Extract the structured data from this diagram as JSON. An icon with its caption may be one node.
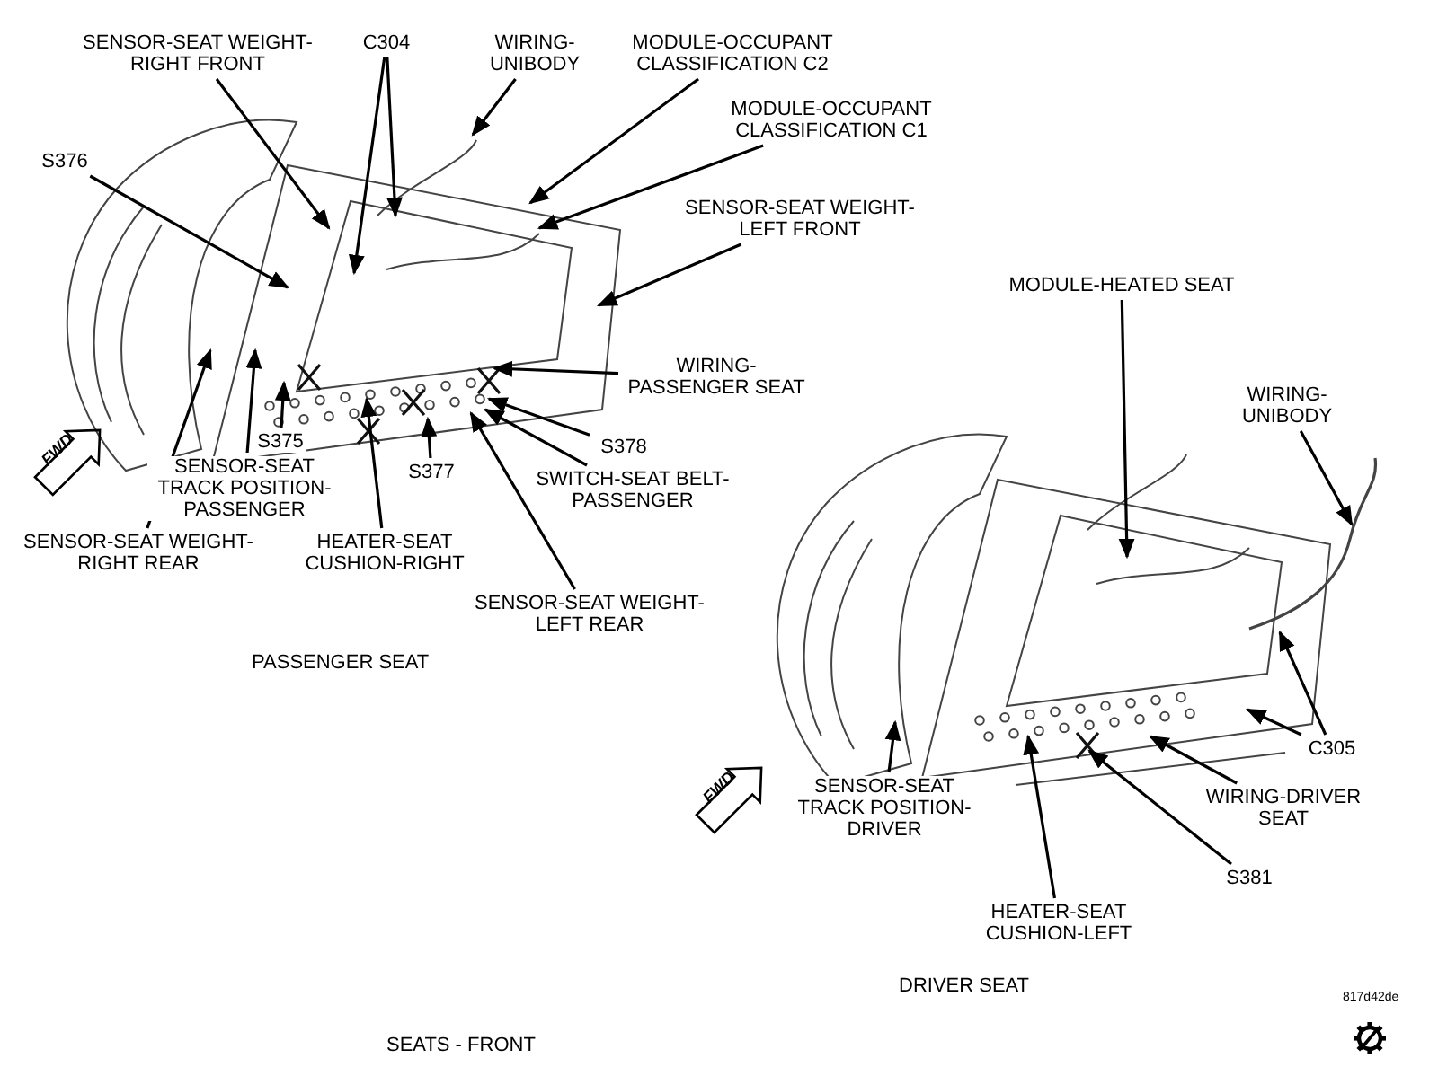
{
  "diagram": {
    "caption": "SEATS - FRONT",
    "nodes": [
      {
        "text": [
          "SENSOR-SEAT WEIGHT- RIGHT FRONT"
        ]
      },
      {
        "text": [
          "C304"
        ]
      },
      {
        "text": [
          "WIRING- UNIBODY"
        ]
      },
      {
        "text": [
          "MODULE-OCCUPANT CLASSIFICATION C2"
        ]
      },
      {
        "text": [
          "MODULE-OCCUPANT CLASSIFICATION C1"
        ]
      },
      {
        "text": [
          "S376"
        ]
      },
      {
        "text": [
          "SENSOR-SEAT WEIGHT- LEFT FRONT"
        ]
      },
      {
        "text": [
          "WIRING- PASSENGER SEAT"
        ]
      },
      {
        "text": [
          "S378"
        ]
      },
      {
        "text": [
          "SWITCH-SEAT BELT- PASSENGER"
        ]
      },
      {
        "text": [
          "SENSOR-SEAT WEIGHT- LEFT REAR"
        ]
      },
      {
        "text": [
          "S377"
        ]
      },
      {
        "text": [
          "HEATER-SEAT CUSHION-RIGHT"
        ]
      },
      {
        "text": [
          "S375"
        ]
      },
      {
        "text": [
          "SENSOR-SEAT TRACK POSITION- PASSENGER"
        ]
      },
      {
        "text": [
          "SENSOR-SEAT WEIGHT- RIGHT REAR"
        ]
      },
      {
        "text": [
          "MODULE-HEATED SEAT"
        ]
      },
      {
        "text": [
          "WIRING- UNIBODY"
        ]
      },
      {
        "text": [
          "C305"
        ]
      },
      {
        "text": [
          "WIRING-DRIVER SEAT"
        ]
      },
      {
        "text": [
          "S381"
        ]
      },
      {
        "text": [
          "HEATER-SEAT CUSHION-LEFT"
        ]
      },
      {
        "text": [
          "SENSOR-SEAT TRACK POSITION- DRIVER"
        ]
      }
    ],
    "edges": [
      {
        "from": 0,
        "to": null,
        "arrow": "to"
      },
      {
        "from": 1,
        "to": null,
        "arrow": "to"
      },
      {
        "from": 1,
        "to": null,
        "arrow": "to"
      },
      {
        "from": 2,
        "to": null,
        "arrow": "to"
      },
      {
        "from": 3,
        "to": null,
        "arrow": "to"
      },
      {
        "from": 4,
        "to": null,
        "arrow": "to"
      },
      {
        "from": 5,
        "to": null,
        "arrow": "to"
      },
      {
        "from": 6,
        "to": null,
        "arrow": "to"
      },
      {
        "from": 7,
        "to": null,
        "arrow": "to"
      },
      {
        "from": 8,
        "to": null,
        "arrow": "to"
      },
      {
        "from": 9,
        "to": null,
        "arrow": "to"
      },
      {
        "from": 10,
        "to": null,
        "arrow": "to"
      },
      {
        "from": 11,
        "to": null,
        "arrow": "to"
      },
      {
        "from": 12,
        "to": null,
        "arrow": "to"
      },
      {
        "from": 13,
        "to": null,
        "arrow": "to"
      },
      {
        "from": 14,
        "to": null,
        "arrow": "to"
      },
      {
        "from": 15,
        "to": null,
        "arrow": "to"
      },
      {
        "from": 16,
        "to": null,
        "arrow": "to"
      },
      {
        "from": 17,
        "to": null,
        "arrow": "to"
      },
      {
        "from": 18,
        "to": null,
        "arrow": "to"
      },
      {
        "from": 18,
        "to": null,
        "arrow": "to"
      },
      {
        "from": 19,
        "to": null,
        "arrow": "to"
      },
      {
        "from": 20,
        "to": null,
        "arrow": "to"
      },
      {
        "from": 21,
        "to": null,
        "arrow": "to"
      },
      {
        "from": 22,
        "to": null,
        "arrow": "to"
      }
    ],
    "labels": [
      "FWD",
      "PASSENGER SEAT",
      "FWD",
      "DRIVER SEAT",
      "817d42de"
    ]
  }
}
